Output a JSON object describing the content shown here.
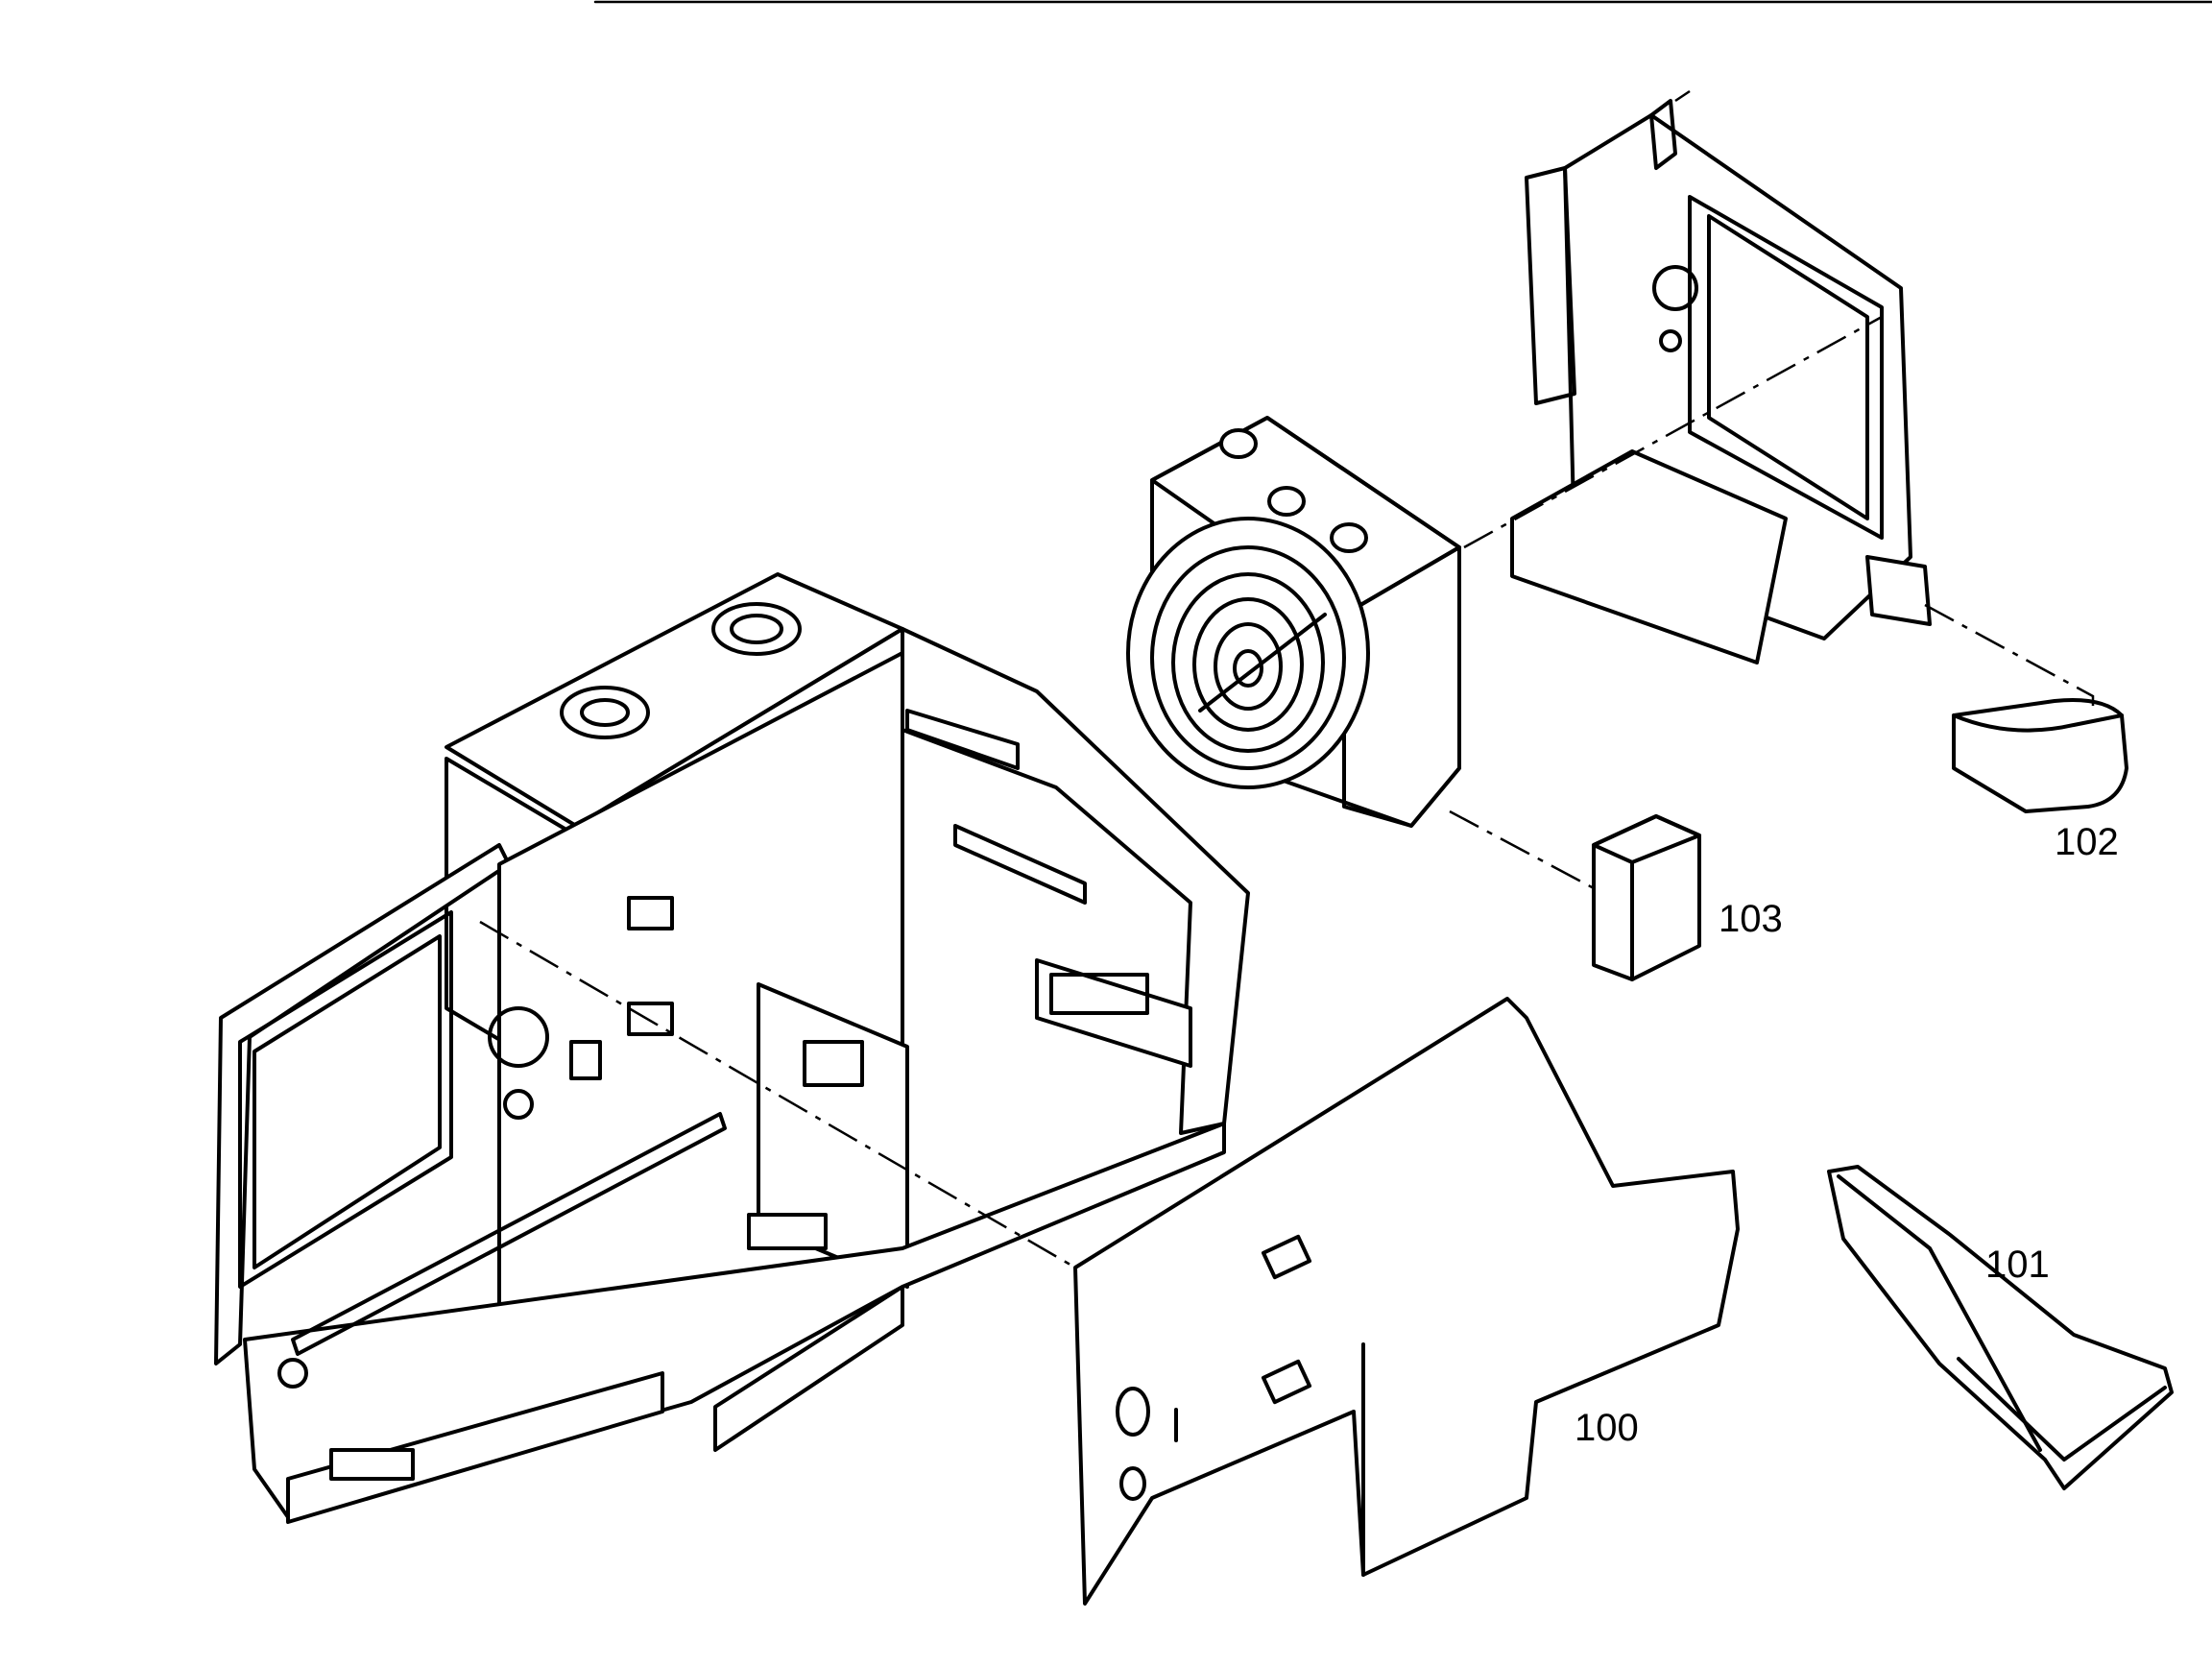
{
  "diagram": {
    "callouts": [
      {
        "id": "100",
        "text": "100"
      },
      {
        "id": "101",
        "text": "101"
      },
      {
        "id": "102",
        "text": "102"
      },
      {
        "id": "103",
        "text": "103"
      }
    ]
  }
}
